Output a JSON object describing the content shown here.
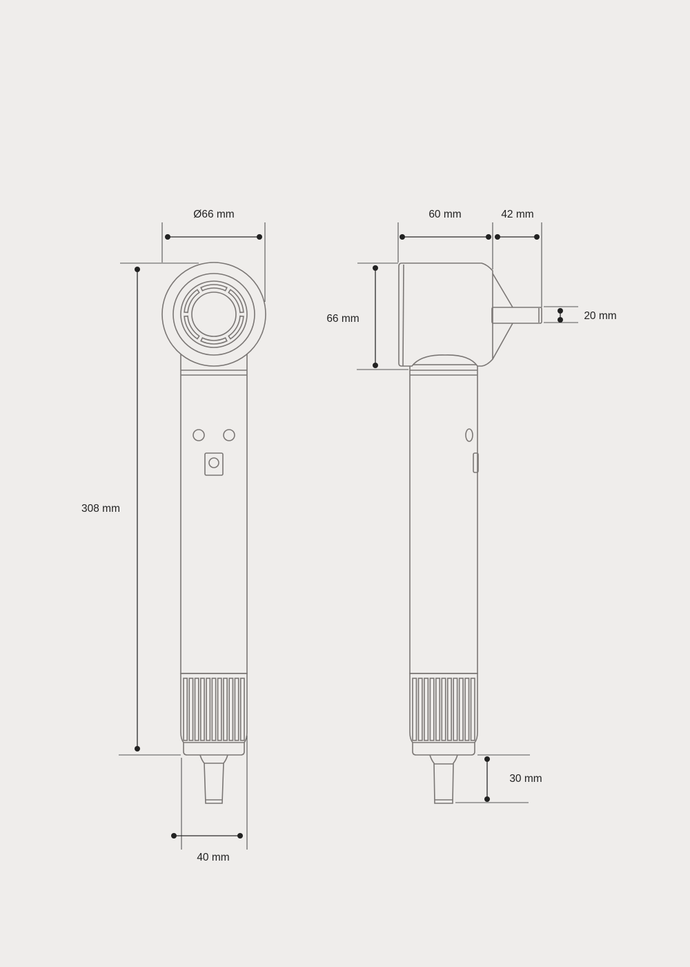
{
  "dimensions": {
    "head_diameter": "Ø66 mm",
    "total_length": "308 mm",
    "handle_width": "40 mm",
    "body_length": "60 mm",
    "nozzle_length": "42 mm",
    "head_height": "66 mm",
    "nozzle_height": "20 mm",
    "cord_length": "30 mm"
  },
  "colors": {
    "background": "#efedeb",
    "outline": "#7a7674",
    "dimension": "#2a2a2a"
  }
}
